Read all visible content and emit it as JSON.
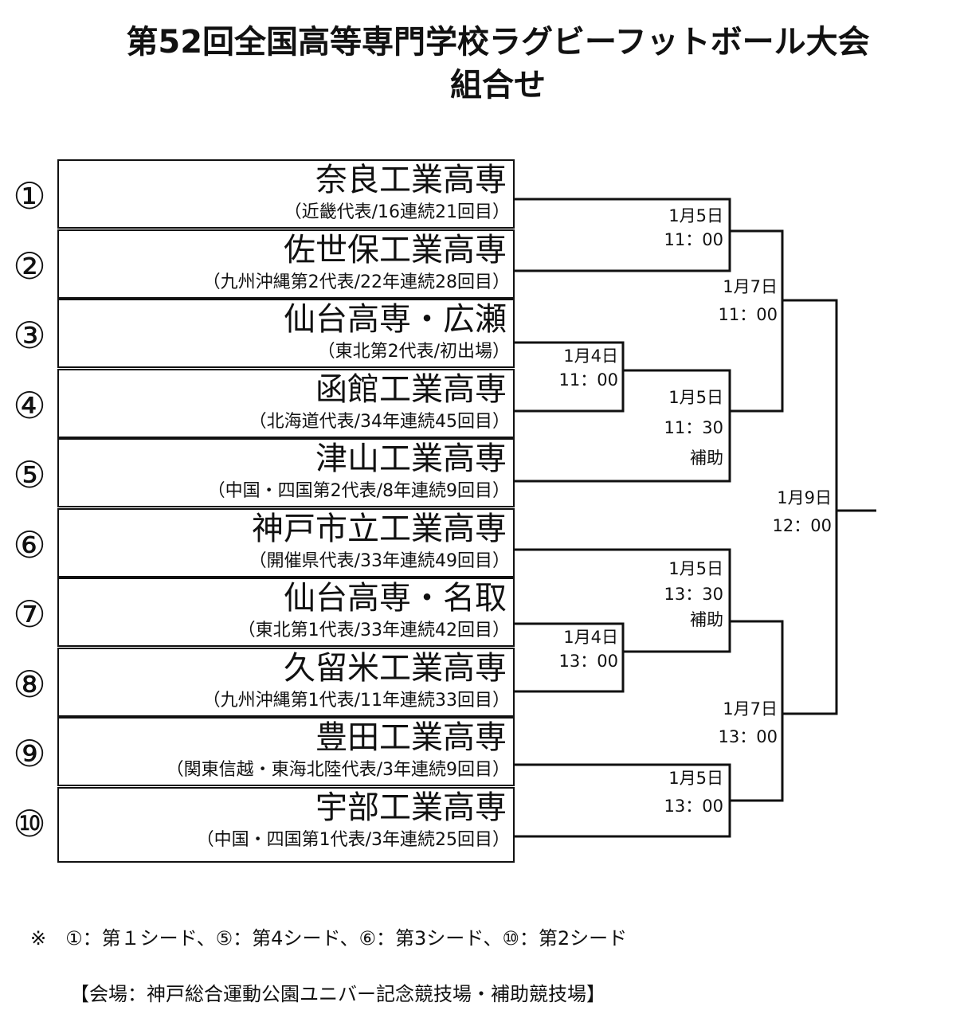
{
  "title": "第52回全国高等専門学校ラグビーフットボール大会",
  "subtitle": "組合せ",
  "teams": [
    {
      "seed": "①",
      "name": "奈良工業高専",
      "sub": "（近畿代表/16連続21回目）"
    },
    {
      "seed": "②",
      "name": "佐世保工業高専",
      "sub": "（九州沖縄第2代表/22年連続28回目）"
    },
    {
      "seed": "③",
      "name": "仙台高専・広瀬",
      "sub": "（東北第2代表/初出場）"
    },
    {
      "seed": "④",
      "name": "函館工業高専",
      "sub": "（北海道代表/34年連続45回目）"
    },
    {
      "seed": "⑤",
      "name": "津山工業高専",
      "sub": "（中国・四国第2代表/8年連続9回目）"
    },
    {
      "seed": "⑥",
      "name": "神戸市立工業高専",
      "sub": "（開催県代表/33年連続49回目）"
    },
    {
      "seed": "⑦",
      "name": "仙台高専・名取",
      "sub": "（東北第1代表/33年連続42回目）"
    },
    {
      "seed": "⑧",
      "name": "久留米工業高専",
      "sub": "（九州沖縄第1代表/11年連続33回目）"
    },
    {
      "seed": "⑨",
      "name": "豊田工業高専",
      "sub": "（関東信越・東海北陸代表/3年連続9回目）"
    },
    {
      "seed": "⑩",
      "name": "宇部工業高専",
      "sub": "（中国・四国第1代表/3年連続25回目）"
    }
  ],
  "matches": {
    "m1": {
      "date": "1月5日",
      "time": "11：00"
    },
    "m2": {
      "date": "1月4日",
      "time": "11：00"
    },
    "m3": {
      "date": "1月5日",
      "time": "11：30",
      "venue": "補助"
    },
    "m4": {
      "date": "1月7日",
      "time": "11：00"
    },
    "m5": {
      "date": "1月9日",
      "time": "12：00"
    },
    "m6": {
      "date": "1月5日",
      "time": "13：30",
      "venue": "補助"
    },
    "m7": {
      "date": "1月4日",
      "time": "13：00"
    },
    "m8": {
      "date": "1月7日",
      "time": "13：00"
    },
    "m9": {
      "date": "1月5日",
      "time": "13：00"
    }
  },
  "note": "※　①：第１シード、⑤：第4シード、⑥：第3シード、⑩：第2シード",
  "venue": "【会場：神戸総合運動公園ユニバー記念競技場・補助競技場】"
}
